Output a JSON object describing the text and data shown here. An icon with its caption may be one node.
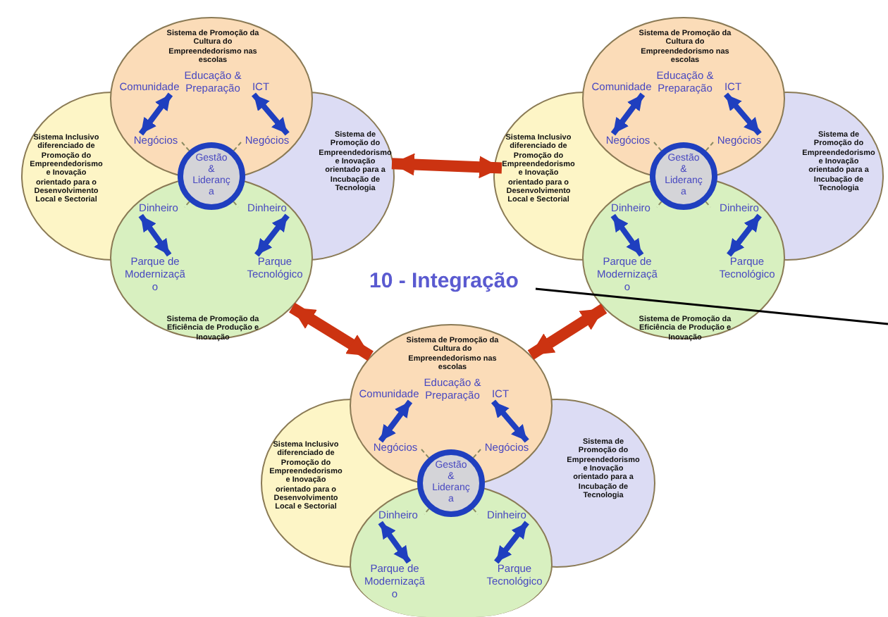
{
  "diagram": {
    "nodes": [
      {
        "text": [
          "Sistema de Promoção da Cultura do Empreendedorismo nas escolas",
          "Educação & Preparação"
        ]
      },
      {
        "text": [
          "Sistema Inclusivo diferenciado de Promoção do Empreendedorismo e Inovação orientado para o Desenvolvimento Local e Sectorial"
        ]
      },
      {
        "text": [
          "Sistema de Promoção do Empreendedorismo e Inovação orientado para a Incubação de Tecnologia"
        ]
      },
      {
        "text": [
          "Sistema de Promoção da Eficiência de Produção e Inovação"
        ]
      },
      {
        "text": [
          "Gestão & Lideranç a"
        ]
      },
      {
        "text": [
          "Comunidade"
        ],
        "in": 0
      },
      {
        "text": [
          "Negócios"
        ],
        "in": 0
      },
      {
        "text": [
          "ICT"
        ],
        "in": 0
      },
      {
        "text": [
          "Negócios"
        ],
        "in": 0
      },
      {
        "text": [
          "Dinheiro"
        ],
        "in": 3
      },
      {
        "text": [
          "Dinheiro"
        ],
        "in": 3
      },
      {
        "text": [
          "Parque de Modernizaçã o"
        ],
        "in": 3
      },
      {
        "text": [
          "Parque Tecnológico"
        ],
        "in": 3
      },
      {
        "text": [
          "Sistema de Promoção da Cultura do Empreendedorismo nas escolas",
          "Educação & Preparação"
        ]
      },
      {
        "text": [
          "Sistema Inclusivo diferenciado de Promoção do Empreendedorismo e Inovação orientado para o Desenvolvimento Local e Sectorial"
        ]
      },
      {
        "text": [
          "Sistema de Promoção do Empreendedorismo e Inovação orientado para a Incubação de Tecnologia"
        ]
      },
      {
        "text": [
          "Sistema de Promoção da Eficiência de Produção e Inovação"
        ]
      },
      {
        "text": [
          "Gestão & Lideranç a"
        ]
      },
      {
        "text": [
          "Comunidade"
        ],
        "in": 13
      },
      {
        "text": [
          "Negócios"
        ],
        "in": 13
      },
      {
        "text": [
          "ICT"
        ],
        "in": 13
      },
      {
        "text": [
          "Negócios"
        ],
        "in": 13
      },
      {
        "text": [
          "Dinheiro"
        ],
        "in": 16
      },
      {
        "text": [
          "Dinheiro"
        ],
        "in": 16
      },
      {
        "text": [
          "Parque de Modernizaçã o"
        ],
        "in": 16
      },
      {
        "text": [
          "Parque Tecnológico"
        ],
        "in": 16
      },
      {
        "text": [
          "Sistema de Promoção da Cultura do Empreendedorismo nas escolas",
          "Educação & Preparação"
        ]
      },
      {
        "text": [
          "Sistema Inclusivo diferenciado de Promoção do Empreendedorismo e Inovação orientado para o Desenvolvimento Local e Sectorial"
        ]
      },
      {
        "text": [
          "Sistema de Promoção do Empreendedorismo e Inovação orientado para a Incubação de Tecnologia"
        ]
      },
      {
        "text": [],
        "shape": "circle"
      },
      {
        "text": [
          "Gestão & Lideranç a"
        ]
      },
      {
        "text": [
          "Comunidade"
        ],
        "in": 26
      },
      {
        "text": [
          "Negócios"
        ],
        "in": 26
      },
      {
        "text": [
          "ICT"
        ],
        "in": 26
      },
      {
        "text": [
          "Negócios"
        ],
        "in": 26
      },
      {
        "text": [
          "Dinheiro"
        ],
        "in": 29
      },
      {
        "text": [
          "Dinheiro"
        ],
        "in": 29
      },
      {
        "text": [
          "Parque de Modernizaçã o"
        ],
        "in": 29
      },
      {
        "text": [
          "Parque Tecnológico"
        ],
        "in": 29
      },
      {
        "text": [
          "10 - Integração"
        ]
      }
    ],
    "edges": [
      {
        "from": 5,
        "to": 6,
        "arrow": "both"
      },
      {
        "from": 7,
        "to": 8,
        "arrow": "both"
      },
      {
        "from": 9,
        "to": 11,
        "arrow": "both"
      },
      {
        "from": 10,
        "to": 12,
        "arrow": "both"
      },
      {
        "from": 18,
        "to": 19,
        "arrow": "both"
      },
      {
        "from": 20,
        "to": 21,
        "arrow": "both"
      },
      {
        "from": 22,
        "to": 24,
        "arrow": "both"
      },
      {
        "from": 23,
        "to": 25,
        "arrow": "both"
      },
      {
        "from": 31,
        "to": 32,
        "arrow": "both"
      },
      {
        "from": 33,
        "to": 34,
        "arrow": "both"
      },
      {
        "from": 35,
        "to": 37,
        "arrow": "both"
      },
      {
        "from": 36,
        "to": 38,
        "arrow": "both"
      },
      {
        "from": 2,
        "to": 14,
        "arrow": "both",
        "style": "thick",
        "color": "#cc3311"
      },
      {
        "from": 3,
        "to": 26,
        "arrow": "both",
        "style": "thick",
        "color": "#cc3311"
      },
      {
        "from": 26,
        "to": 16,
        "arrow": "both",
        "style": "thick",
        "color": "#cc3311"
      },
      {
        "from": 39,
        "to": null,
        "arrow": "none",
        "color": "#000000"
      }
    ]
  }
}
